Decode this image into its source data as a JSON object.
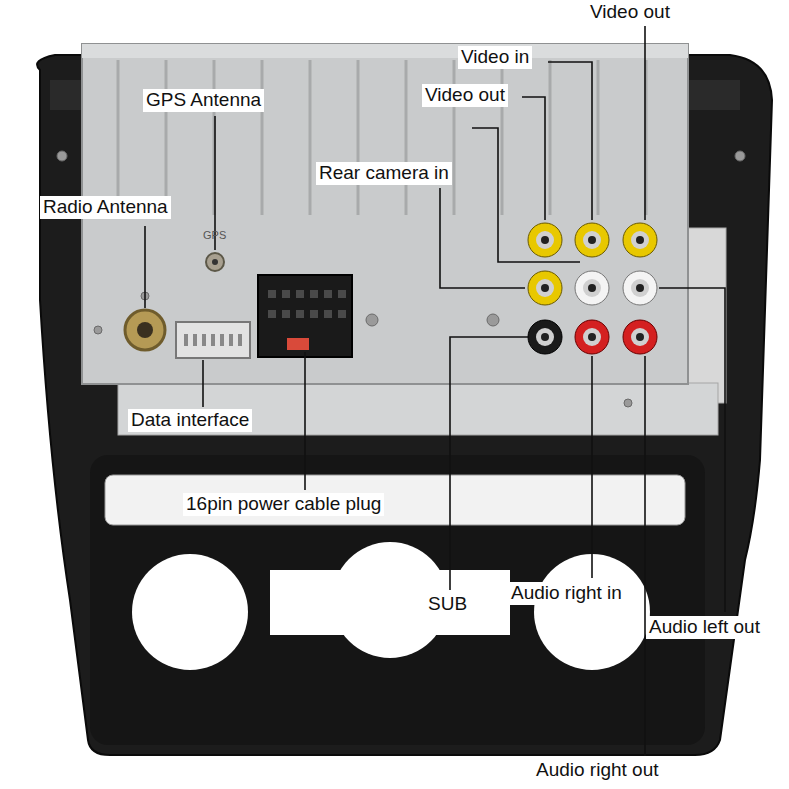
{
  "diagram": {
    "labels": [
      "Video out",
      "Video in",
      "Video out",
      "GPS Antenna",
      "Rear camera in",
      "Radio Antenna",
      "GPS",
      "Data interface",
      "16pin power cable plug",
      "SUB",
      "Audio right in",
      "Audio left out",
      "Audio right out"
    ]
  }
}
